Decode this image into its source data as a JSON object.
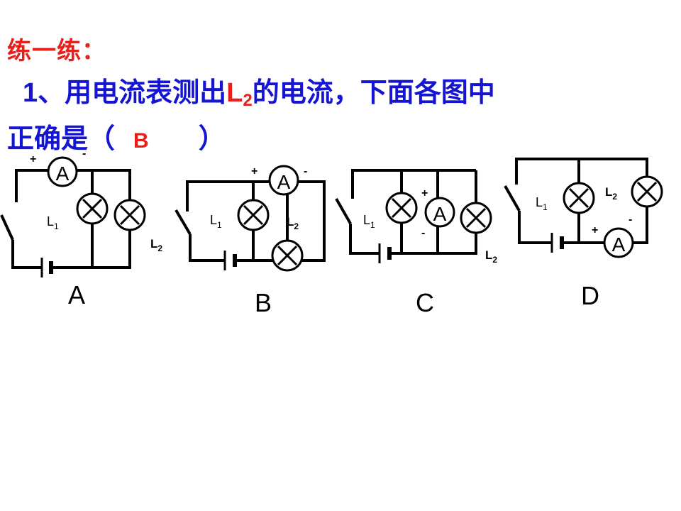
{
  "heading": "练一练：",
  "question": {
    "prefix": "1、用电流表测出",
    "l2_letter": "L",
    "l2_sub": "2",
    "suffix": "的电流，下面各图中",
    "line2_start": "正确是（",
    "answer": "B",
    "line2_end": "）"
  },
  "circuits": [
    {
      "id": "A",
      "caption": "A",
      "ammeter": "A",
      "plus": "+",
      "minus": "-",
      "l1": "L",
      "l1_sub": "1",
      "l2": "L",
      "l2_sub": "2"
    },
    {
      "id": "B",
      "caption": "B",
      "ammeter": "A",
      "plus": "+",
      "minus": "-",
      "l1": "L",
      "l1_sub": "1",
      "l2": "L",
      "l2_sub": "2"
    },
    {
      "id": "C",
      "caption": "C",
      "ammeter": "A",
      "plus": "+",
      "minus": "-",
      "l1": "L",
      "l1_sub": "1",
      "l2": "L",
      "l2_sub": "2"
    },
    {
      "id": "D",
      "caption": "D",
      "ammeter": "A",
      "plus": "+",
      "minus": "-",
      "l1": "L",
      "l1_sub": "1",
      "l2": "L",
      "l2_sub": "2"
    }
  ],
  "colors": {
    "heading": "#e8201c",
    "question": "#1414d2",
    "answer": "#e8201c",
    "wire": "#000000"
  }
}
